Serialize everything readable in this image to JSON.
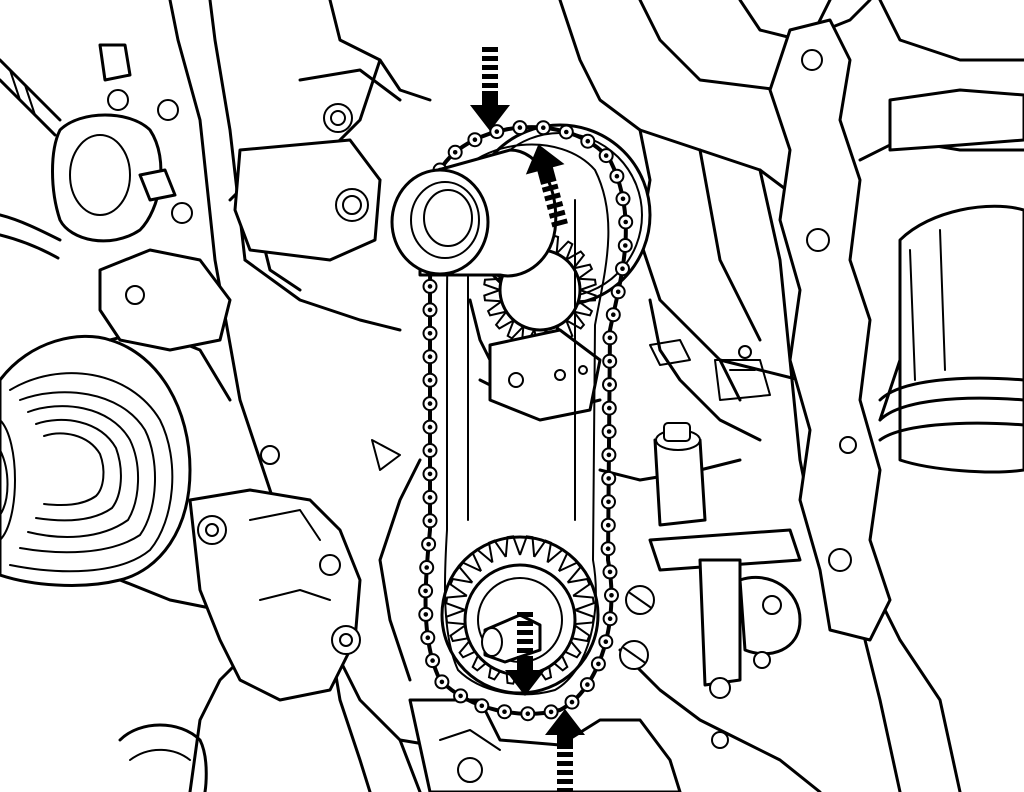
{
  "diagram": {
    "subject": "engine-timing-chain-drive",
    "line_color": "#000000",
    "background_color": "#ffffff",
    "chain_links_count": 60,
    "arrows": [
      {
        "name": "arrow-upper-down",
        "direction": "down"
      },
      {
        "name": "arrow-upper-up",
        "direction": "up"
      },
      {
        "name": "arrow-lower-down",
        "direction": "down"
      },
      {
        "name": "arrow-lower-up",
        "direction": "up"
      }
    ]
  }
}
